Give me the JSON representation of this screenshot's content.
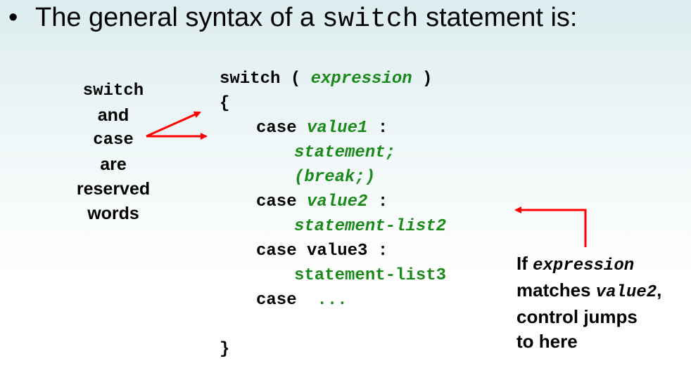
{
  "title": {
    "bullet": "•",
    "pre": "The general syntax of a ",
    "keyword": "switch",
    "post": " statement is:"
  },
  "side_note": {
    "kw1": "switch",
    "w_and": "and",
    "kw2": "case",
    "w_are": "are",
    "w_reserved": "reserved",
    "w_words": "words"
  },
  "code": {
    "l1_kw": "switch ( ",
    "l1_expr": "expression",
    "l1_end": " )",
    "open_brace": "{",
    "case1_kw": "case ",
    "case1_val": "value1",
    "case1_colon": " :",
    "stmt": "statement;",
    "brk": "(break;)",
    "case2_kw": "case ",
    "case2_val": "value2",
    "case2_colon": " :",
    "stmt_list2": "statement-list2",
    "case3": "case value3 :",
    "stmt_list3": "statement-list3",
    "case4_kw": "case  ",
    "case4_dots": "...",
    "close_brace": "}"
  },
  "jump_note": {
    "if": "If ",
    "expr": "expression",
    "matches": "matches ",
    "val": "value2",
    "comma": ",",
    "control": "control jumps",
    "here": "to here"
  },
  "colors": {
    "keyword_green": "#1a8a1a",
    "arrow_red": "#ff0000"
  }
}
